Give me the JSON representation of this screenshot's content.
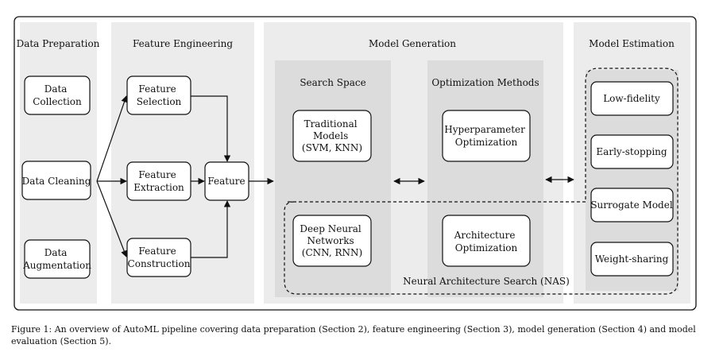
{
  "colors": {
    "panel": "#ececec",
    "inner_panel": "#dcdcdc",
    "box_fill": "#ffffff",
    "stroke": "#111111"
  },
  "icons": {
    "connector": "arrow",
    "bidirectional": "double-headed-arrow",
    "grouping": "dashed-rounded-outline"
  },
  "diagram": {
    "sections": {
      "data_preparation": "Data Preparation",
      "feature_engineering": "Feature Engineering",
      "model_generation": "Model Generation",
      "model_estimation": "Model Estimation"
    },
    "subsections": {
      "search_space": "Search Space",
      "optimization_methods": "Optimization Methods"
    },
    "nodes": {
      "data_collection": [
        "Data",
        "Collection"
      ],
      "data_cleaning": [
        "Data Cleaning"
      ],
      "data_augmentation": [
        "Data",
        "Augmentation"
      ],
      "feature_selection": [
        "Feature",
        "Selection"
      ],
      "feature_extraction": [
        "Feature",
        "Extraction"
      ],
      "feature_construction": [
        "Feature",
        "Construction"
      ],
      "feature": [
        "Feature"
      ],
      "traditional_models": [
        "Traditional",
        "Models",
        "(SVM, KNN)"
      ],
      "deep_neural_networks": [
        "Deep Neural",
        "Networks",
        "(CNN, RNN)"
      ],
      "hyperparameter_optimization": [
        "Hyperparameter",
        "Optimization"
      ],
      "architecture_optimization": [
        "Architecture",
        "Optimization"
      ],
      "low_fidelity": [
        "Low-fidelity"
      ],
      "early_stopping": [
        "Early-stopping"
      ],
      "surrogate_model": [
        "Surrogate Model"
      ],
      "weight_sharing": [
        "Weight-sharing"
      ]
    },
    "nas_label": "Neural Architecture Search (NAS)"
  },
  "caption": "Figure 1: An overview of AutoML pipeline covering data preparation (Section 2), feature engineering (Section 3), model generation (Section 4) and model evaluation (Section 5)."
}
